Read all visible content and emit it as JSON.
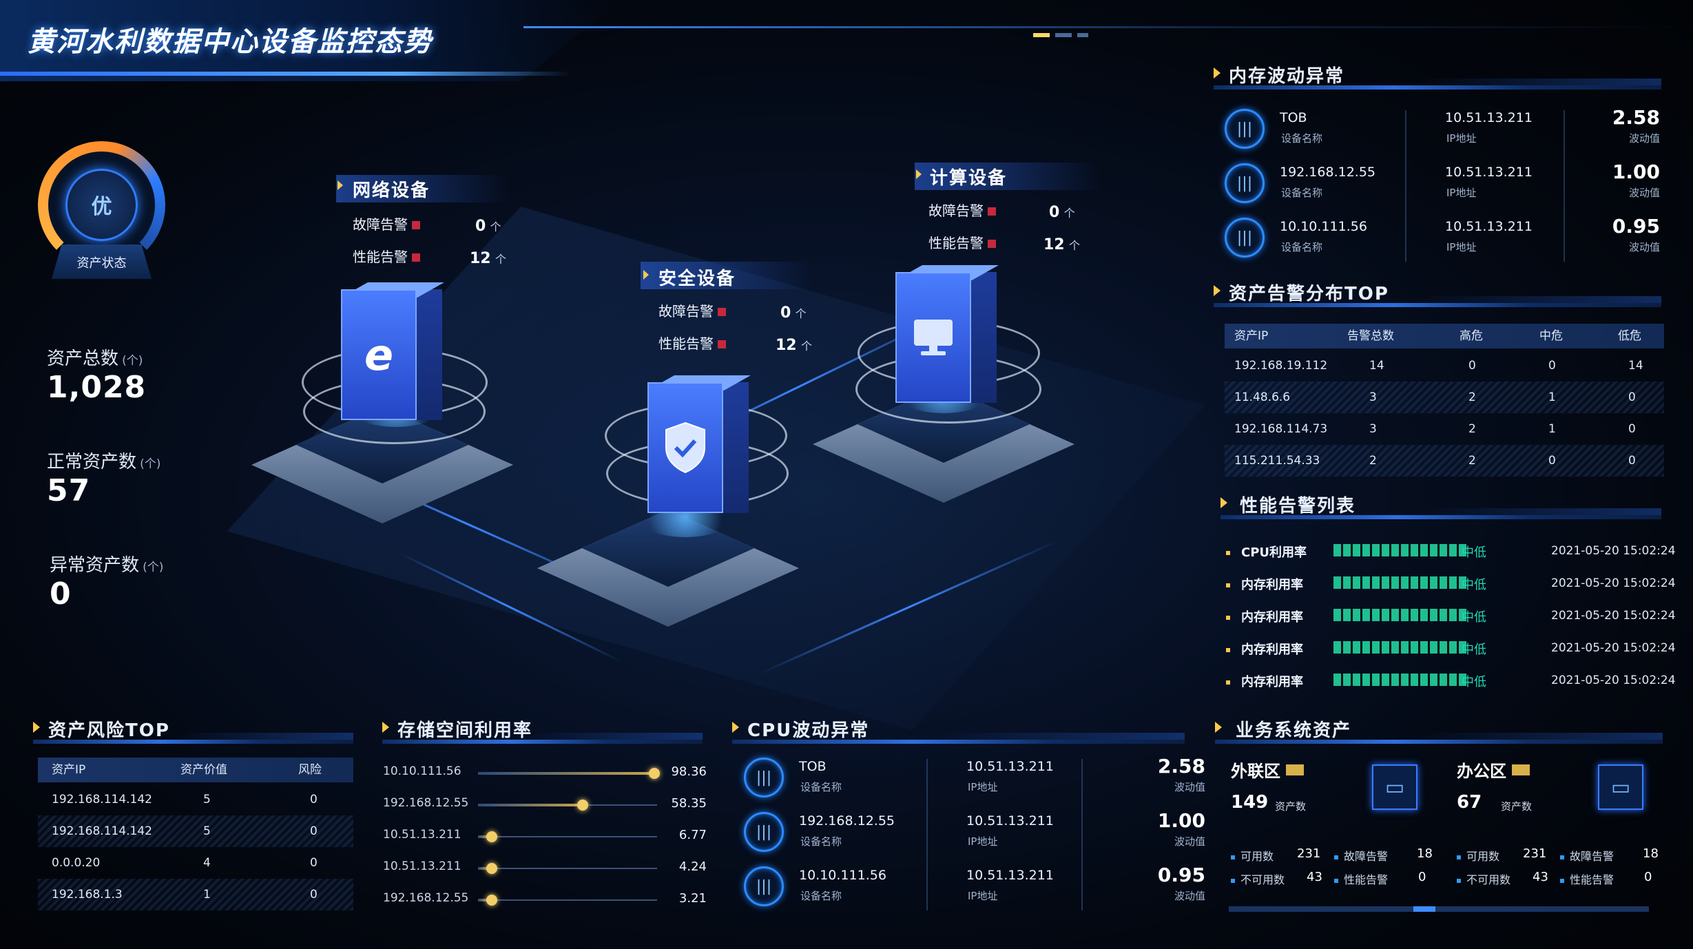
{
  "header": {
    "title": "黄河水利数据中心设备监控态势"
  },
  "status": {
    "grade": "优",
    "label": "资产状态"
  },
  "stats": [
    {
      "label": "资产总数",
      "unit": "(个)",
      "value": "1,028"
    },
    {
      "label": "正常资产数",
      "unit": "(个)",
      "value": "57"
    },
    {
      "label": "异常资产数",
      "unit": "(个)",
      "value": "0"
    }
  ],
  "devices": {
    "network": {
      "title": "网络设备",
      "fault_label": "故障告警",
      "fault": "0",
      "perf_label": "性能告警",
      "perf": "12",
      "unit": "个",
      "icon": "ie-icon"
    },
    "security": {
      "title": "安全设备",
      "fault_label": "故障告警",
      "fault": "0",
      "perf_label": "性能告警",
      "perf": "12",
      "unit": "个",
      "icon": "shield-icon"
    },
    "compute": {
      "title": "计算设备",
      "fault_label": "故障告警",
      "fault": "0",
      "perf_label": "性能告警",
      "perf": "12",
      "unit": "个",
      "icon": "monitor-icon"
    }
  },
  "memory": {
    "title": "内存波动异常",
    "rows": [
      {
        "name": "TOB",
        "name_label": "设备名称",
        "ip": "10.51.13.211",
        "ip_label": "IP地址",
        "value": "2.58",
        "value_label": "波动值"
      },
      {
        "name": "192.168.12.55",
        "name_label": "设备名称",
        "ip": "10.51.13.211",
        "ip_label": "IP地址",
        "value": "1.00",
        "value_label": "波动值"
      },
      {
        "name": "10.10.111.56",
        "name_label": "设备名称",
        "ip": "10.51.13.211",
        "ip_label": "IP地址",
        "value": "0.95",
        "value_label": "波动值"
      }
    ]
  },
  "alarm_top": {
    "title": "资产告警分布TOP",
    "headers": [
      "资产IP",
      "告警总数",
      "高危",
      "中危",
      "低危"
    ],
    "rows": [
      [
        "192.168.19.112",
        "14",
        "0",
        "0",
        "14"
      ],
      [
        "11.48.6.6",
        "3",
        "2",
        "1",
        "0"
      ],
      [
        "192.168.114.73",
        "3",
        "2",
        "1",
        "0"
      ],
      [
        "115.211.54.33",
        "2",
        "2",
        "0",
        "0"
      ]
    ]
  },
  "perf_list": {
    "title": "性能告警列表",
    "rows": [
      {
        "label": "CPU利用率",
        "level": "中低",
        "time": "2021-05-20 15:02:24",
        "fill": 1.0
      },
      {
        "label": "内存利用率",
        "level": "中低",
        "time": "2021-05-20 15:02:24",
        "fill": 1.0
      },
      {
        "label": "内存利用率",
        "level": "中低",
        "time": "2021-05-20 15:02:24",
        "fill": 1.0
      },
      {
        "label": "内存利用率",
        "level": "中低",
        "time": "2021-05-20 15:02:24",
        "fill": 1.0
      },
      {
        "label": "内存利用率",
        "level": "中低",
        "time": "2021-05-20 15:02:24",
        "fill": 1.0
      }
    ]
  },
  "risk_top": {
    "title": "资产风险TOP",
    "headers": [
      "资产IP",
      "资产价值",
      "风险"
    ],
    "rows": [
      [
        "192.168.114.142",
        "5",
        "0"
      ],
      [
        "192.168.114.142",
        "5",
        "0"
      ],
      [
        "0.0.0.20",
        "4",
        "0"
      ],
      [
        "192.168.1.3",
        "1",
        "0"
      ]
    ]
  },
  "storage": {
    "title": "存储空间利用率",
    "max": 100,
    "rows": [
      {
        "name": "10.10.111.56",
        "value": 98.36
      },
      {
        "name": "192.168.12.55",
        "value": 58.35
      },
      {
        "name": "10.51.13.211",
        "value": 6.77
      },
      {
        "name": "10.51.13.211",
        "value": 4.24
      },
      {
        "name": "192.168.12.55",
        "value": 3.21
      }
    ]
  },
  "cpu": {
    "title": "CPU波动异常",
    "rows": [
      {
        "name": "TOB",
        "name_label": "设备名称",
        "ip": "10.51.13.211",
        "ip_label": "IP地址",
        "value": "2.58",
        "value_label": "波动值"
      },
      {
        "name": "192.168.12.55",
        "name_label": "设备名称",
        "ip": "10.51.13.211",
        "ip_label": "IP地址",
        "value": "1.00",
        "value_label": "波动值"
      },
      {
        "name": "10.10.111.56",
        "name_label": "设备名称",
        "ip": "10.51.13.211",
        "ip_label": "IP地址",
        "value": "0.95",
        "value_label": "波动值"
      }
    ]
  },
  "business": {
    "title": "业务系统资产",
    "zones": [
      {
        "name": "外联区",
        "count": "149",
        "unit": "资产数",
        "available_label": "可用数",
        "available": "231",
        "unavailable_label": "不可用数",
        "unavailable": "43",
        "fault_label": "故障告警",
        "fault": "18",
        "perf_label": "性能告警",
        "perf": "0"
      },
      {
        "name": "办公区",
        "count": "67",
        "unit": "资产数",
        "available_label": "可用数",
        "available": "231",
        "unavailable_label": "不可用数",
        "unavailable": "43",
        "fault_label": "故障告警",
        "fault": "18",
        "perf_label": "性能告警",
        "perf": "0"
      }
    ]
  },
  "colors": {
    "accent": "#2f7bff",
    "gold": "#ffc94a",
    "alarm_red": "#c8283c",
    "ok_green": "#1fbf8f"
  }
}
